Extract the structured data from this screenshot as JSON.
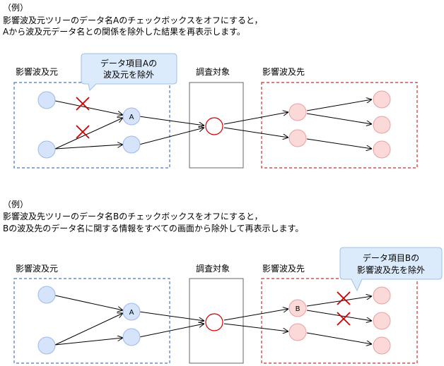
{
  "example1": {
    "tag": "（例）",
    "line1": "影響波及元ツリーのデータ名Aのチェックボックスをオフにすると，",
    "line2": "Aから波及元データ名との関係を除外した結果を再表示します。",
    "label_source": "影響波及元",
    "label_target": "調査対象",
    "label_dest": "影響波及先",
    "node_a": "A",
    "callout_line1": "データ項目Aの",
    "callout_line2": "波及元を除外"
  },
  "example2": {
    "tag": "（例）",
    "line1": "影響波及先ツリーのデータ名Bのチェックボックスをオフにすると，",
    "line2": "Bの波及先のデータ名に関する情報をすべての画面から除外して再表示します。",
    "label_source": "影響波及元",
    "label_target": "調査対象",
    "label_dest": "影響波及先",
    "node_a": "A",
    "node_b": "B",
    "callout_line1": "データ項目Bの",
    "callout_line2": "影響波及先を除外"
  },
  "colors": {
    "source_fill": "#d6e4fb",
    "source_stroke": "#9db8e8",
    "source_border": "#4a76c8",
    "dest_fill": "#fbd9d9",
    "dest_stroke": "#e8a0a0",
    "dest_border": "#c83030",
    "target_circle": "#cc0000",
    "cross": "#cc0000",
    "callout_fill": "#dcebfb",
    "callout_stroke": "#9dc0e6"
  }
}
